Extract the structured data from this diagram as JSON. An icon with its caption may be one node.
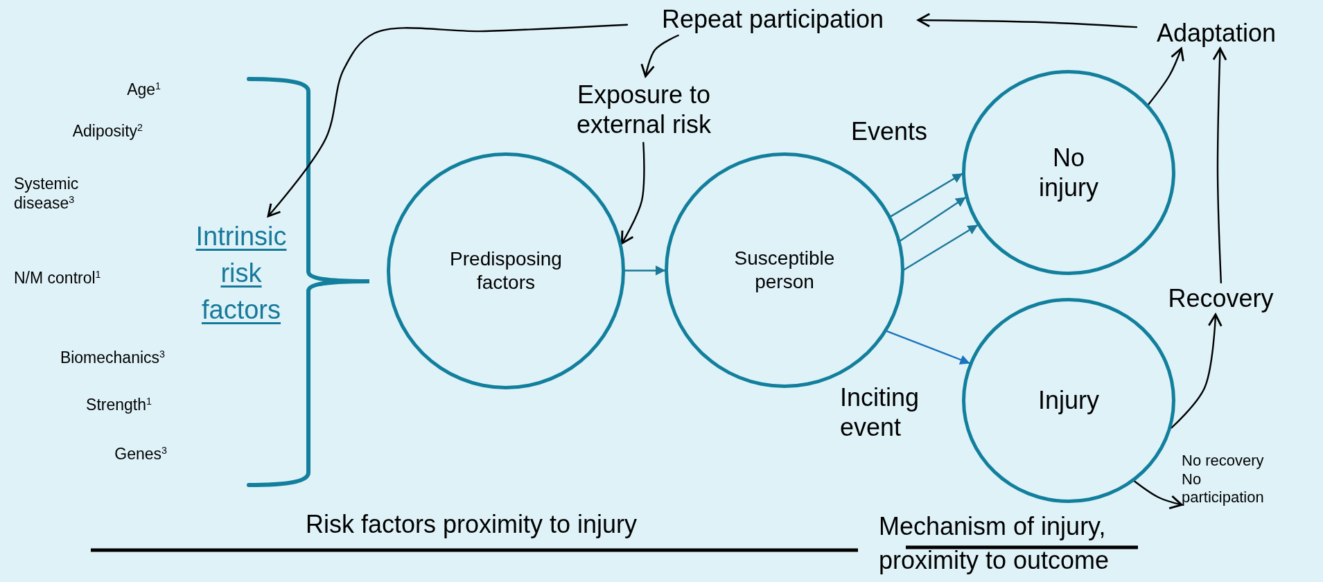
{
  "diagram": {
    "nodes": [
      {
        "text": [
          "Intrinsic risk factors"
        ]
      },
      {
        "text": [
          "Predisposing factors"
        ]
      },
      {
        "text": [
          "Susceptible person"
        ]
      },
      {
        "text": [
          "No injury"
        ]
      },
      {
        "text": [
          "Injury"
        ]
      },
      {
        "text": [
          "Exposure to external risk"
        ]
      },
      {
        "text": [
          "Repeat participation"
        ]
      },
      {
        "text": [
          "Adaptation"
        ]
      },
      {
        "text": [
          "Recovery"
        ]
      },
      {
        "text": [
          "No recovery",
          "No participation"
        ]
      }
    ],
    "edges": [
      {
        "from": 1,
        "to": 2,
        "arrow": "to",
        "color": "#1b7898"
      },
      {
        "from": 2,
        "to": 3,
        "arrow": "to",
        "color": "#1b7898",
        "label": "Events"
      },
      {
        "from": 2,
        "to": 3,
        "arrow": "to",
        "color": "#1b7898"
      },
      {
        "from": 2,
        "to": 3,
        "arrow": "to",
        "color": "#1b7898"
      },
      {
        "from": 2,
        "to": 4,
        "arrow": "to",
        "color": "#1a73c0",
        "label": "Inciting event"
      },
      {
        "from": 5,
        "to": 1,
        "arrow": "to"
      },
      {
        "from": 6,
        "to": 5,
        "arrow": "to"
      },
      {
        "from": 6,
        "to": 0,
        "arrow": "to"
      },
      {
        "from": 7,
        "to": 6,
        "arrow": "to"
      },
      {
        "from": 3,
        "to": 7,
        "arrow": "to"
      },
      {
        "from": 8,
        "to": 7,
        "arrow": "to"
      },
      {
        "from": 4,
        "to": 8,
        "arrow": "to"
      },
      {
        "from": 4,
        "to": 9,
        "arrow": "to"
      }
    ],
    "labels": [
      "Age$^{1}$",
      "Adiposity$^{2}$",
      "Systemic disease$^{3}$",
      "N/M control$^{1}$",
      "Biomechanics$^{3}$",
      "Strength$^{1}$",
      "Genes$^{3}$",
      "Risk factors proximity to injury",
      "Mechanism of injury, proximity to outcome"
    ]
  }
}
